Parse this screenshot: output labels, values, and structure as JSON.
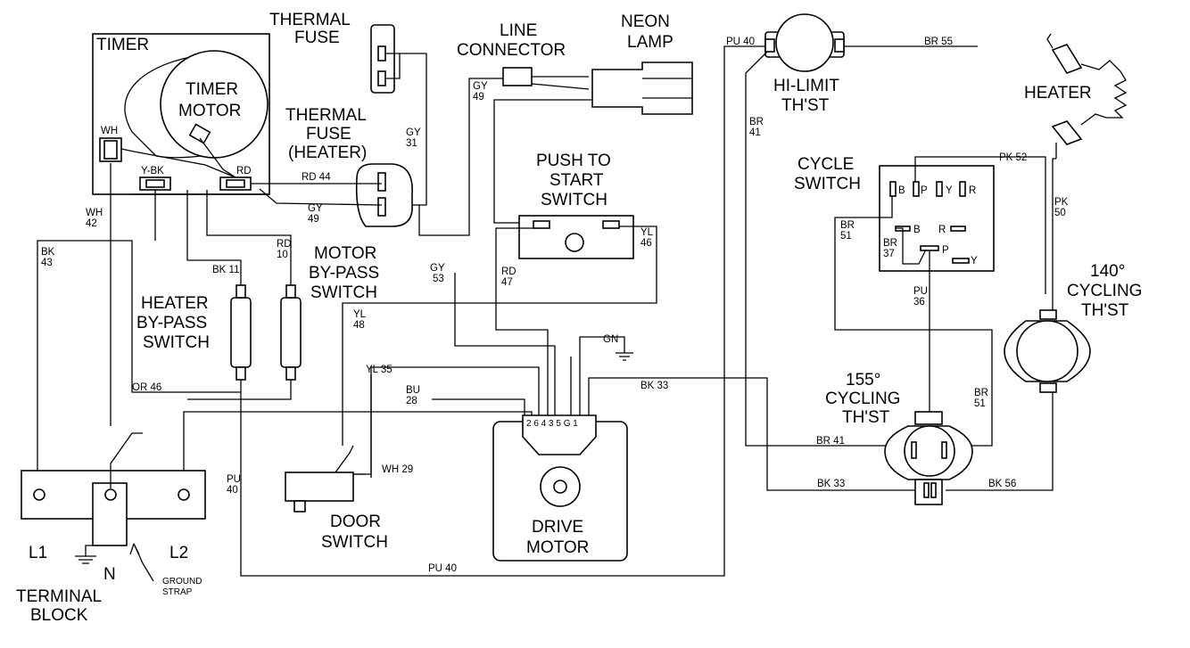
{
  "components": {
    "timer": "TIMER",
    "timer_motor": [
      "TIMER",
      "MOTOR"
    ],
    "thermal_fuse": [
      "THERMAL",
      "FUSE"
    ],
    "thermal_fuse_heater": [
      "THERMAL",
      "FUSE",
      "(HEATER)"
    ],
    "line_connector": [
      "LINE",
      "CONNECTOR"
    ],
    "neon_lamp": [
      "NEON",
      "LAMP"
    ],
    "push_to_start": [
      "PUSH TO",
      "START",
      "SWITCH"
    ],
    "motor_bypass": [
      "MOTOR",
      "BY-PASS",
      "SWITCH"
    ],
    "heater_bypass": [
      "HEATER",
      "BY-PASS",
      "SWITCH"
    ],
    "door_switch": [
      "DOOR",
      "SWITCH"
    ],
    "drive_motor": [
      "DRIVE",
      "MOTOR"
    ],
    "hi_limit": [
      "HI-LIMIT",
      "TH'ST"
    ],
    "heater": "HEATER",
    "cycle_switch": [
      "CYCLE",
      "SWITCH"
    ],
    "cycling_140": [
      "140°",
      "CYCLING",
      "TH'ST"
    ],
    "cycling_155": [
      "155°",
      "CYCLING",
      "TH'ST"
    ],
    "terminal_block": [
      "TERMINAL",
      "BLOCK"
    ],
    "l1": "L1",
    "l2": "L2",
    "n": "N",
    "ground_strap": [
      "GROUND",
      "STRAP"
    ]
  },
  "wires": {
    "wh": "WH",
    "ybk": "Y-BK",
    "rd_timer": "RD",
    "rd44": "RD 44",
    "gy49_a": [
      "GY",
      "49"
    ],
    "gy49_b": [
      "GY",
      "49"
    ],
    "gy31": [
      "GY",
      "31"
    ],
    "wh42": [
      "WH",
      "42"
    ],
    "bk43": [
      "BK",
      "43"
    ],
    "bk11": "BK 11",
    "rd10": [
      "RD",
      "10"
    ],
    "gy53": [
      "GY",
      "53"
    ],
    "rd47": [
      "RD",
      "47"
    ],
    "yl46": [
      "YL",
      "46"
    ],
    "yl48": [
      "YL",
      "48"
    ],
    "or46": "OR 46",
    "yl35": "YL 35",
    "bu28": [
      "BU",
      "28"
    ],
    "gn": "GN",
    "bk33_a": "BK 33",
    "wh29": "WH 29",
    "pu40_a": [
      "PU",
      "40"
    ],
    "pu40_b": "PU 40",
    "pu40_c": "PU 40",
    "br55": "BR 55",
    "br41_a": [
      "BR",
      "41"
    ],
    "br51_a": [
      "BR",
      "51"
    ],
    "br37": [
      "BR",
      "37"
    ],
    "pu36": [
      "PU",
      "36"
    ],
    "br51_b": [
      "BR",
      "51"
    ],
    "br41_b": "BR 41",
    "bk33_b": "BK 33",
    "bk56": "BK 56",
    "pk52": "PK 52",
    "pk50": [
      "PK",
      "50"
    ]
  },
  "terminals": {
    "motor_pins": "2 6 4 3  5 G 1",
    "cycle_b1": "B",
    "cycle_p1": "P",
    "cycle_y1": "Y",
    "cycle_r1": "R",
    "cycle_b2": "B",
    "cycle_r2": "R",
    "cycle_p2": "P",
    "cycle_y2": "Y"
  }
}
